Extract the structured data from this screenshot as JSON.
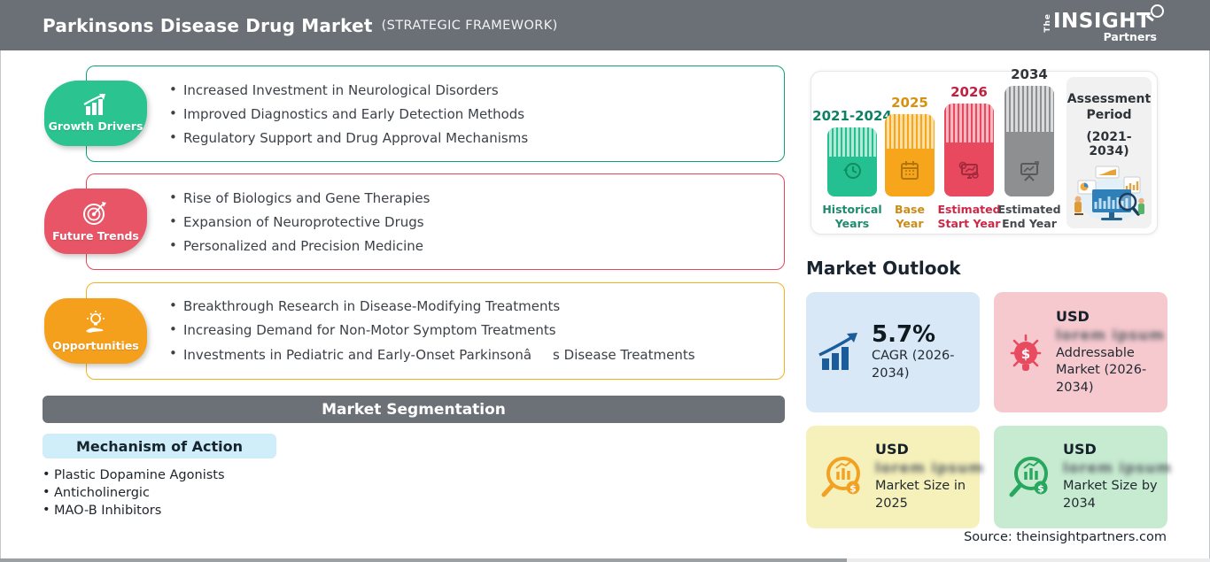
{
  "header": {
    "title": "Parkinsons Disease Drug Market",
    "subtitle": "(STRATEGIC FRAMEWORK)",
    "logo": {
      "the": "The",
      "insight": "INSIGHT",
      "partners": "Partners"
    }
  },
  "sections": [
    {
      "label": "Growth Drivers",
      "accent": "#2bc490",
      "bullets": [
        "Increased Investment in Neurological Disorders",
        "Improved Diagnostics and Early Detection Methods",
        "Regulatory Support and Drug Approval Mechanisms"
      ]
    },
    {
      "label": "Future Trends",
      "accent": "#e8465f",
      "bullets": [
        "Rise of Biologics and Gene Therapies",
        "Expansion of Neuroprotective Drugs",
        "Personalized and Precision Medicine"
      ]
    },
    {
      "label": "Opportunities",
      "accent": "#f5a01d",
      "bullets": [
        "Breakthrough Research in Disease-Modifying Treatments",
        "Increasing Demand for Non-Motor Symptom Treatments",
        "Investments in Pediatric and Early-Onset Parkinsonâs Disease Treatments"
      ]
    }
  ],
  "segmentation": {
    "title": "Market Segmentation",
    "category": "Mechanism of Action",
    "items": [
      "Plastic Dopamine Agonists",
      "Anticholinergic",
      "MAO-B Inhibitors"
    ]
  },
  "timeline": {
    "bars": [
      {
        "year": "2021-2024",
        "caption_line1": "Historical",
        "caption_line2": "Years",
        "color": "#25c092"
      },
      {
        "year": "2025",
        "caption_line1": "Base",
        "caption_line2": "Year",
        "color": "#f7a61c"
      },
      {
        "year": "2026",
        "caption_line1": "Estimated",
        "caption_line2": "Start Year",
        "color": "#e8495f"
      },
      {
        "year": "2034",
        "caption_line1": "Estimated",
        "caption_line2": "End Year",
        "color": "#8d8f91"
      }
    ],
    "assessment": {
      "title": "Assessment Period",
      "range": "(2021-2034)"
    }
  },
  "outlook": {
    "heading": "Market Outlook",
    "cards": [
      {
        "value": "5.7%",
        "caption": "CAGR (2026-2034)",
        "bg": "#d8e8f6",
        "icon_color": "#1b5d9b"
      },
      {
        "currency": "USD",
        "blurred": "lorem ipsum",
        "caption": "Addressable Market (2026-2034)",
        "bg": "#f6c9cf",
        "icon_color": "#e84a5f"
      },
      {
        "currency": "USD",
        "blurred": "lorem ipsum",
        "caption": "Market Size in 2025",
        "bg": "#f6f1ba",
        "icon_color": "#f2a122"
      },
      {
        "currency": "USD",
        "blurred": "lorem ipsum",
        "caption": "Market Size by 2034",
        "bg": "#c7ebd1",
        "icon_color": "#28a75e"
      }
    ],
    "source": "Source: theinsightpartners.com"
  },
  "colors": {
    "header_bg": "#6a7075",
    "segmentation_bar_bg": "#6b7176",
    "category_chip_bg": "#cfeefa",
    "teal": "#25c092",
    "orange": "#f7a61c",
    "red": "#e8495f",
    "gray": "#8d8f91"
  }
}
